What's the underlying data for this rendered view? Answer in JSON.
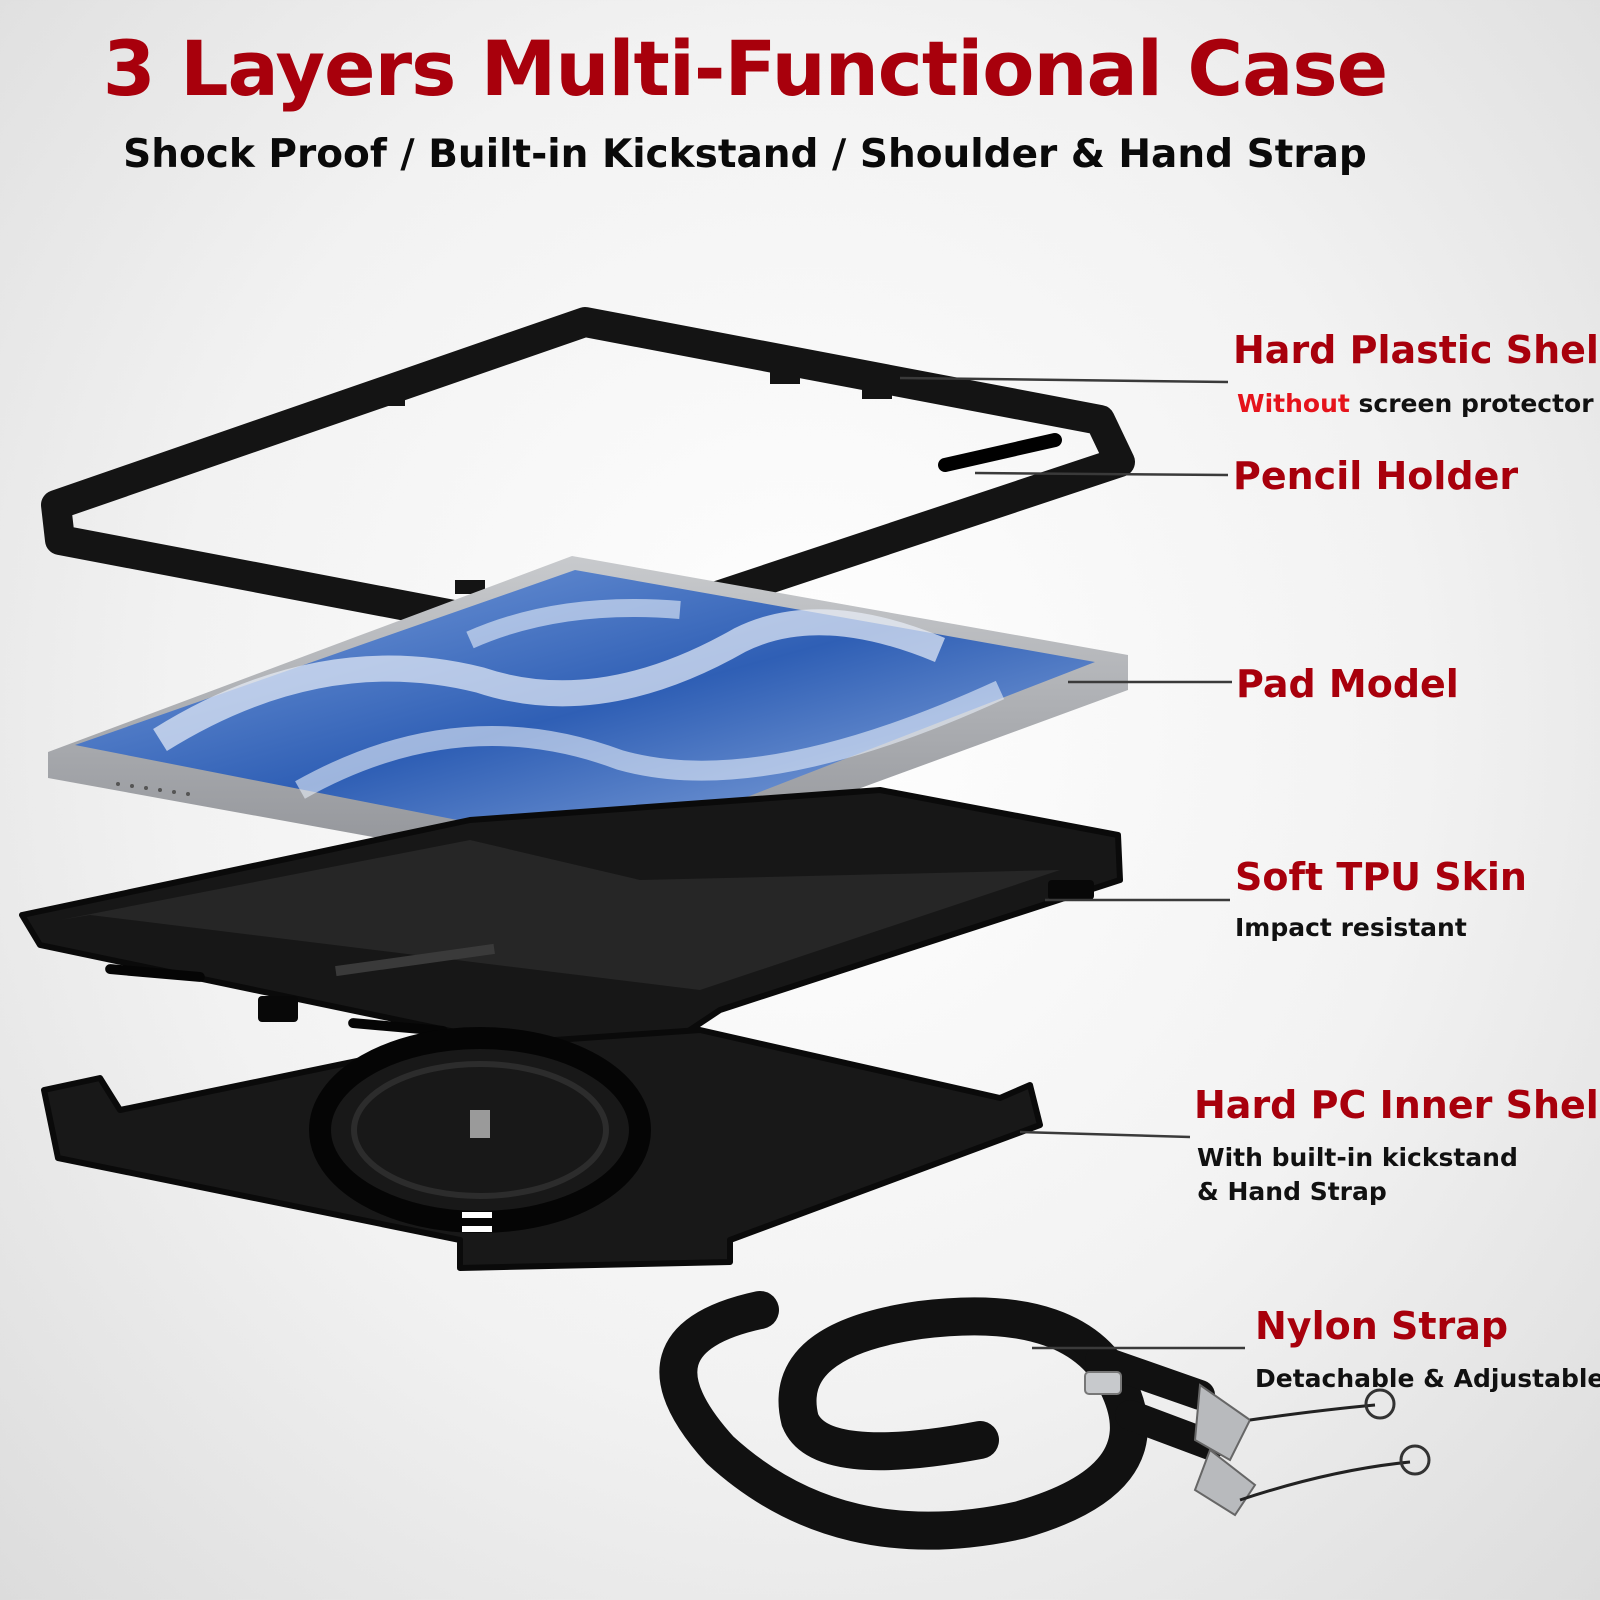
{
  "header": {
    "title": "3 Layers Multi-Functional Case",
    "subtitle": "Shock Proof / Built-in Kickstand / Shoulder & Hand Strap"
  },
  "callouts": [
    {
      "label": "Hard Plastic Shell",
      "note_highlight": "Without",
      "note_rest": " screen protector"
    },
    {
      "label": "Pencil Holder"
    },
    {
      "label": "Pad Model"
    },
    {
      "label": "Soft TPU Skin",
      "note": "Impact resistant"
    },
    {
      "label": "Hard PC Inner Shell",
      "note_line1": "With built-in kickstand",
      "note_line2": "& Hand Strap"
    },
    {
      "label": "Nylon Strap",
      "note": "Detachable & Adjustable"
    }
  ],
  "colors": {
    "label_red": "#a8000c",
    "highlight_red": "#e5131b",
    "case_black": "#141414",
    "tablet_silver": "#a9abb0",
    "screen_blue": "#3b66b8"
  }
}
